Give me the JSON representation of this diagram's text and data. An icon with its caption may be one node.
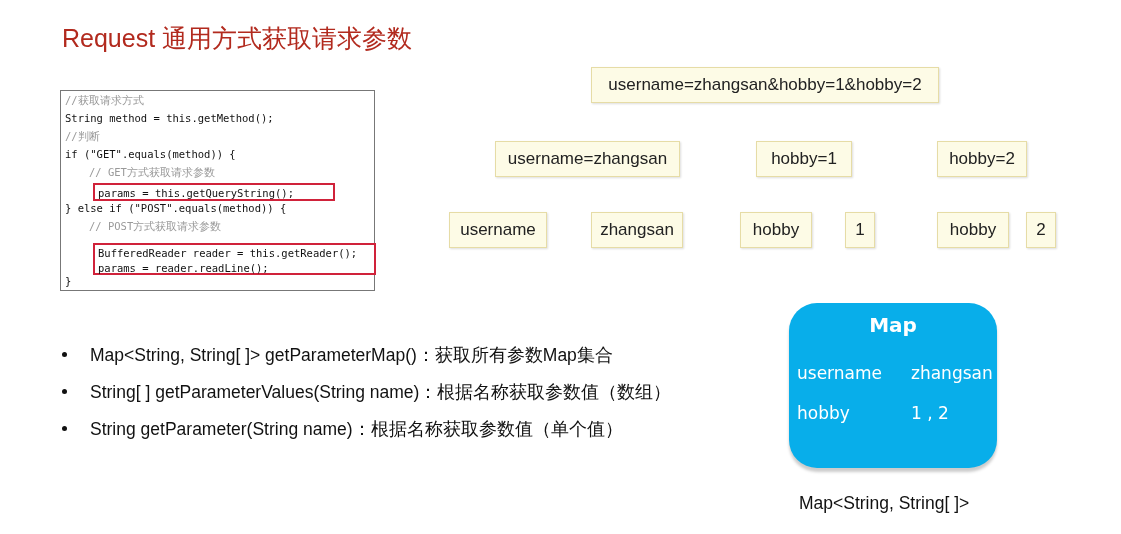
{
  "diagram": {
    "title": "Request 通用方式获取请求参数",
    "nodes": [
      {
        "text": [
          "//获取请求方式",
          "String method = this.getMethod();",
          "//判断",
          "if (\"GET\".equals(method)) {",
          "// GET方式获取请求参数",
          "} else if (\"POST\".equals(method)) {",
          "// POST方式获取请求参数",
          "}"
        ]
      },
      {
        "text": [
          "params = this.getQueryString();"
        ],
        "in": 0
      },
      {
        "text": [
          "BufferedReader reader = this.getReader();",
          "params = reader.readLine();"
        ],
        "in": 0
      },
      {
        "text": [
          "username=zhangsan&hobby=1&hobby=2"
        ]
      },
      {
        "text": [
          "username=zhangsan"
        ]
      },
      {
        "text": [
          "hobby=1"
        ]
      },
      {
        "text": [
          "hobby=2"
        ]
      },
      {
        "text": [
          "username"
        ]
      },
      {
        "text": [
          "zhangsan"
        ]
      },
      {
        "text": [
          "hobby"
        ]
      },
      {
        "text": [
          "1"
        ]
      },
      {
        "text": [
          "hobby"
        ]
      },
      {
        "text": [
          "2"
        ]
      },
      {
        "text": [
          "Map",
          "username",
          "zhangsan",
          "hobby",
          "1 , 2"
        ],
        "beside": [
          "Map<String, String[ ]>"
        ]
      }
    ],
    "labels": [
      "Map<String, String[ ]> getParameterMap()：获取所有参数Map集合",
      "String[ ] getParameterValues(String name)：根据名称获取参数值（数组）",
      "String getParameter(String name)：根据名称获取参数值（单个值）"
    ]
  }
}
